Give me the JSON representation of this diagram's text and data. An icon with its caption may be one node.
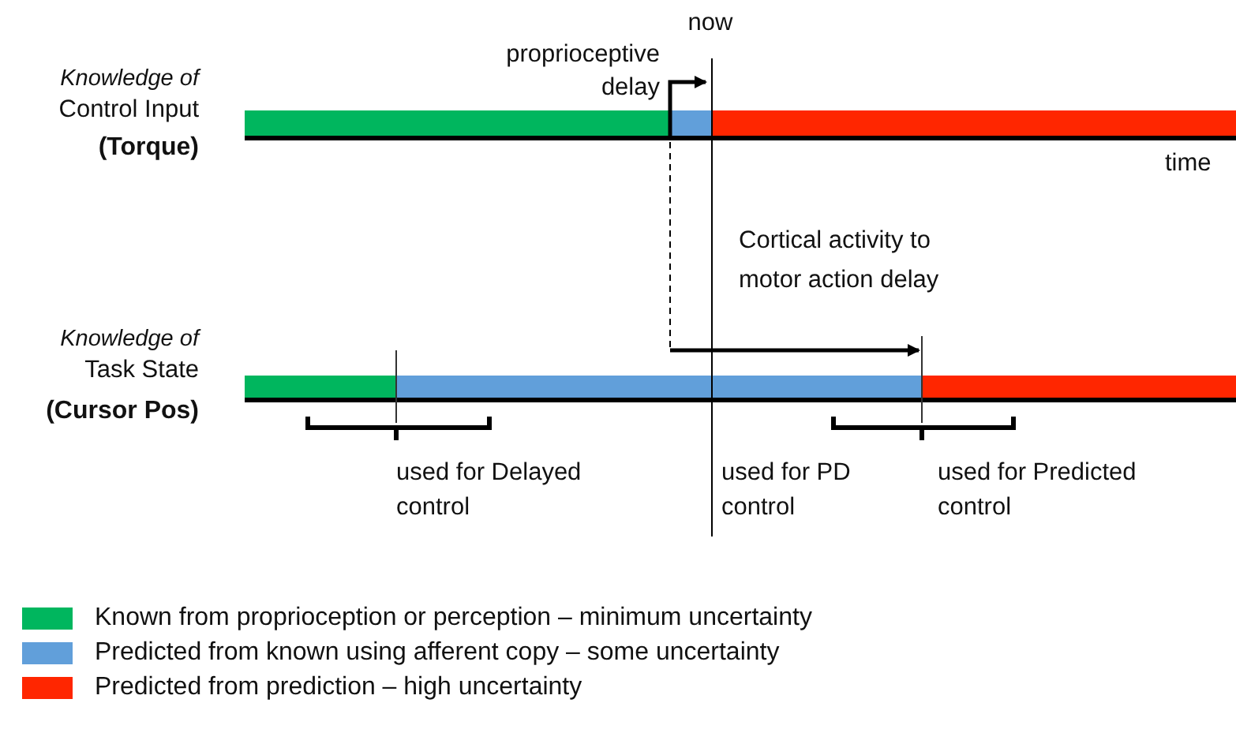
{
  "diagram": {
    "labels": [
      "now",
      "proprioceptive delay",
      "Knowledge of",
      "Control Input",
      "(Torque)",
      "time",
      "Cortical activity to motor action delay",
      "Knowledge of",
      "Task State",
      "(Cursor Pos)",
      "used for Delayed control",
      "used for PD control",
      "used for Predicted control"
    ],
    "legend": [
      {
        "text": "Known from proprioception or perception – minimum uncertainty",
        "color": "#00b65e"
      },
      {
        "text": "Predicted from known using afferent copy – some uncertainty",
        "color": "#619fda"
      },
      {
        "text": "Predicted from prediction – high uncertainty",
        "color": "#ff2600"
      }
    ]
  }
}
